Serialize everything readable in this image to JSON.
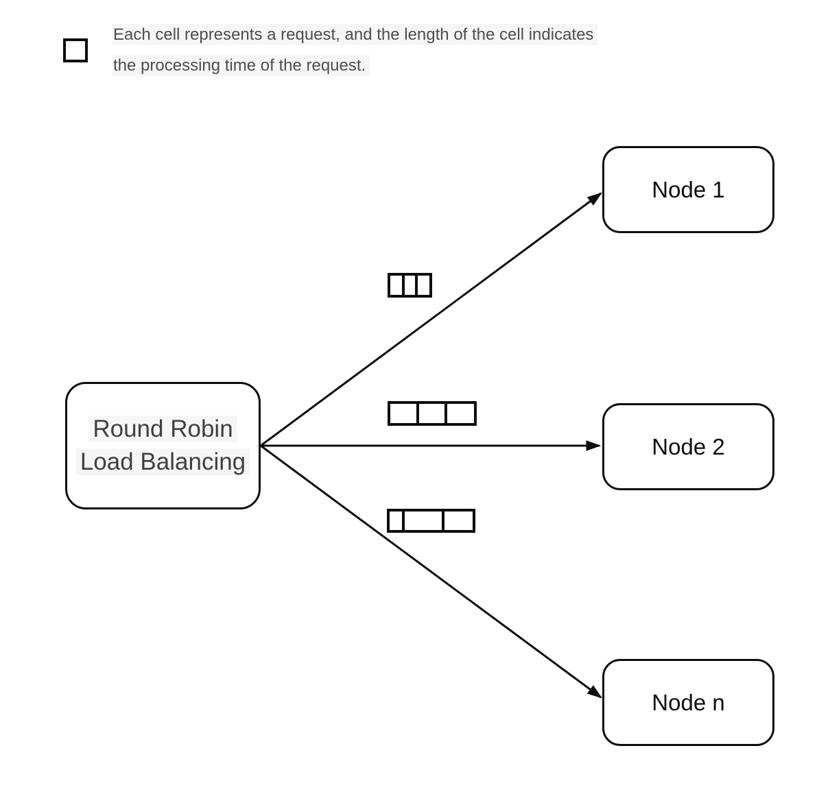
{
  "colors": {
    "stroke": "#0d0d0d",
    "node_text": "#0d0d0d",
    "source_text": "#404040",
    "legend_text": "#4d4d4d",
    "label_highlight": "#f6f6f6",
    "background": "#ffffff"
  },
  "legend": {
    "icon": "cell-square-icon",
    "line1": "Each cell represents a request, and the length of the cell indicates",
    "line2": "the processing time of the request."
  },
  "source": {
    "line1": "Round Robin",
    "line2": "Load Balancing"
  },
  "nodes": [
    {
      "label": "Node 1"
    },
    {
      "label": "Node 2"
    },
    {
      "label": "Node n"
    }
  ],
  "request_queues": [
    {
      "target": "Node 1",
      "cell_widths": [
        22,
        21,
        22
      ]
    },
    {
      "target": "Node 2",
      "cell_widths": [
        43,
        42,
        45
      ]
    },
    {
      "target": "Node n",
      "cell_widths": [
        20,
        62,
        47
      ]
    }
  ]
}
